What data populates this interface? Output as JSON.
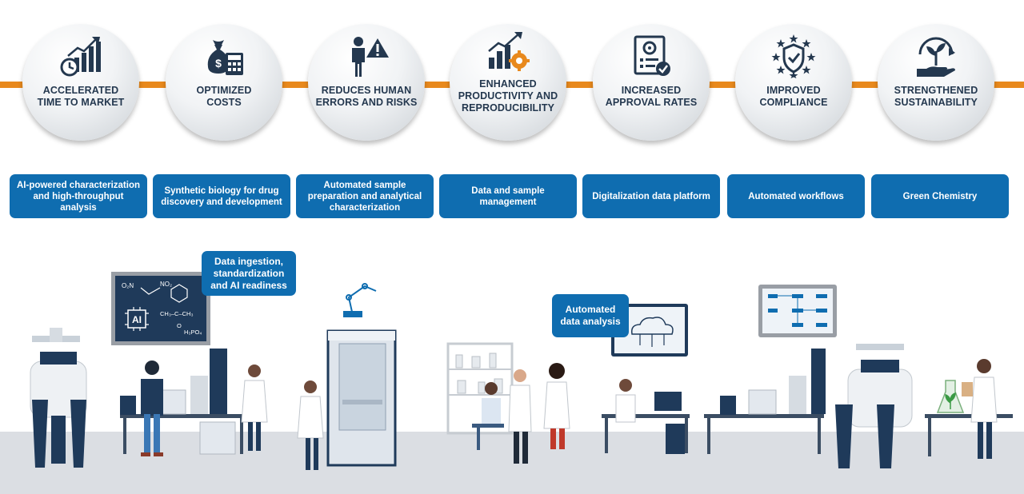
{
  "benefits": [
    {
      "label": "ACCELERATED\nTIME TO MARKET",
      "icon": "growth-chart-clock-icon"
    },
    {
      "label": "OPTIMIZED\nCOSTS",
      "icon": "money-bag-calculator-icon"
    },
    {
      "label": "REDUCES HUMAN\nERRORS AND RISKS",
      "icon": "person-warning-icon"
    },
    {
      "label": "ENHANCED\nPRODUCTIVITY AND\nREPRODUCIBILITY",
      "icon": "chart-gear-icon"
    },
    {
      "label": "INCREASED\nAPPROVAL RATES",
      "icon": "document-approval-icon"
    },
    {
      "label": "IMPROVED\nCOMPLIANCE",
      "icon": "shield-stars-icon"
    },
    {
      "label": "STRENGTHENED\nSUSTAINABILITY",
      "icon": "hand-plant-icon"
    }
  ],
  "technologies": [
    {
      "label": "AI-powered characterization\nand high-throughput\nanalysis"
    },
    {
      "label": "Synthetic biology for drug\ndiscovery and development"
    },
    {
      "label": "Automated sample\npreparation and analytical\ncharacterization"
    },
    {
      "label": "Data and sample\nmanagement"
    },
    {
      "label": "Digitalization data platform"
    },
    {
      "label": "Automated workflows"
    },
    {
      "label": "Green Chemistry"
    }
  ],
  "callouts": {
    "data_ingestion": "Data ingestion,\nstandardization\nand AI readiness",
    "automated_analysis": "Automated\ndata analysis"
  },
  "board": {
    "ai_label": "AI",
    "formula_no2_left": "O₂N",
    "formula_no2_right": "NO₂",
    "formula_ch3": "CH₃–C–CH₃",
    "formula_o": "O",
    "formula_h3po4": "H₃PO₄"
  },
  "colors": {
    "accent_orange": "#e8891d",
    "brand_blue": "#0f6db0",
    "dark_navy": "#1f3a5a",
    "floor_gray": "#dbdee3"
  }
}
